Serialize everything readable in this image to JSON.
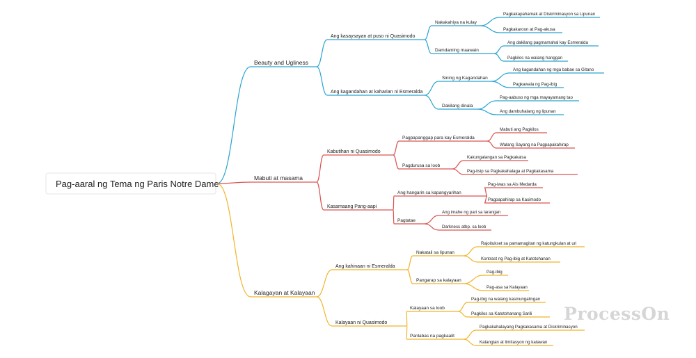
{
  "root": "Pag-aaral ng Tema ng Paris Notre Dame",
  "branches": [
    {
      "label": "Beauty and Ugliness",
      "color": "#29a3d1",
      "children": [
        {
          "label": "Ang kasaysayan at puso ni Quasimodo",
          "children": [
            {
              "label": "Nakakahiya na kulay",
              "children": [
                "Pagkakapahamak at Diskriminasyon sa Lipunan",
                "Pagkakaroon at Pag-akusa"
              ]
            },
            {
              "label": "Damdaming maawain",
              "children": [
                "Ang dakilang pagmamahal kay Esmeralda",
                "Pagkilos na walang hanggan"
              ]
            }
          ]
        },
        {
          "label": "Ang kagandahan at kaharian ni Esmeralda",
          "children": [
            {
              "label": "Sining ng Kagandahan",
              "children": [
                "Ang kagandahan ng mga babae sa Gitano",
                "Pagkawala ng Pag-ibig"
              ]
            },
            {
              "label": "Dakilang dinala",
              "children": [
                "Pag-aabuso ng mga mayayamang tao",
                "Ang dambuhalang ng lipunan"
              ]
            }
          ]
        }
      ]
    },
    {
      "label": "Mabuti at masama",
      "color": "#d9534f",
      "children": [
        {
          "label": "Kabutihan ni Quasimodo",
          "children": [
            {
              "label": "Pagpapanggap para kay Esmeralda",
              "children": [
                "Mabuti ang Pagkilos",
                "Walang Sayang na Pagpapakahirap"
              ]
            },
            {
              "label": "Pagdurusa sa loob",
              "children": [
                "Kakungalangan sa Pagkakaisa",
                "Pag-iisip sa Pagkakahalaga at Pagkakasama"
              ]
            }
          ]
        },
        {
          "label": "Kasamaang Pang-aapi",
          "children": [
            {
              "label": "Ang hangarin sa kapangyarihan",
              "children": [
                "Pag-iwas sa Ais Medarda",
                "Pagpapahirap sa Kasimodo"
              ]
            },
            {
              "label": "Pagtatae",
              "children": [
                "Ang imahe ng pari sa larangan",
                "Darkness atbp. sa loob"
              ]
            }
          ]
        }
      ]
    },
    {
      "label": "Kalagayan at Kalayaan",
      "color": "#f0b429",
      "children": [
        {
          "label": "Ang kahinaan ni Esmeralda",
          "children": [
            {
              "label": "Nakatali sa lipunan",
              "children": [
                "Rajoitukset sa pamamagitan ng katungkulan at uri",
                "Kontrast ng Pag-ibig at Katotohanan"
              ]
            },
            {
              "label": "Pangarap sa kalayaan",
              "children": [
                "Pag-ibig",
                "Pag-asa sa Kalayaan"
              ]
            }
          ]
        },
        {
          "label": "Kalayaan ni Quasimodo",
          "children": [
            {
              "label": "Kalayaan sa loob",
              "children": [
                "Pag-ibig na walang kasinungalingan",
                "Pagkilos sa Katotohanang Sarili"
              ]
            },
            {
              "label": "Panlabas na pagkaalit",
              "children": [
                "Pagkakahalayang Pagkakasama at Diskriminasyon",
                "Katangian at limitasyon ng katawan"
              ]
            }
          ]
        }
      ]
    }
  ],
  "watermark": "ProcessOn"
}
